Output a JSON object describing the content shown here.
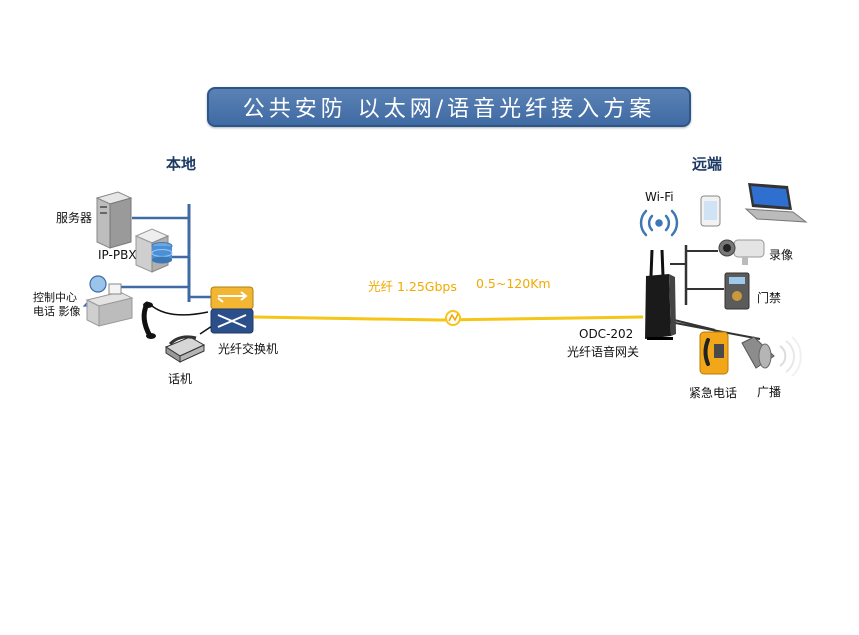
{
  "title": "公共安防  以太网/语音光纤接入方案",
  "local": {
    "heading": "本地",
    "server": "服务器",
    "ippbx": "IP-PBX",
    "control_line1": "控制中心",
    "control_line2": "电话 影像",
    "phone": "话机",
    "switch": "光纤交换机"
  },
  "fiber": {
    "label": "光纤 1.25Gbps",
    "distance": "0.5~120Km"
  },
  "remote": {
    "heading": "远端",
    "wifi": "Wi-Fi",
    "camera": "录像",
    "door": "门禁",
    "gateway_model": "ODC-202",
    "gateway_name": "光纤语音网关",
    "emergency": "紧急电话",
    "broadcast": "广播"
  },
  "colors": {
    "bus": "#3f6aa3",
    "fiber": "#f5c518",
    "remote_bus": "#333333",
    "title_bg": "#4a74aa"
  }
}
